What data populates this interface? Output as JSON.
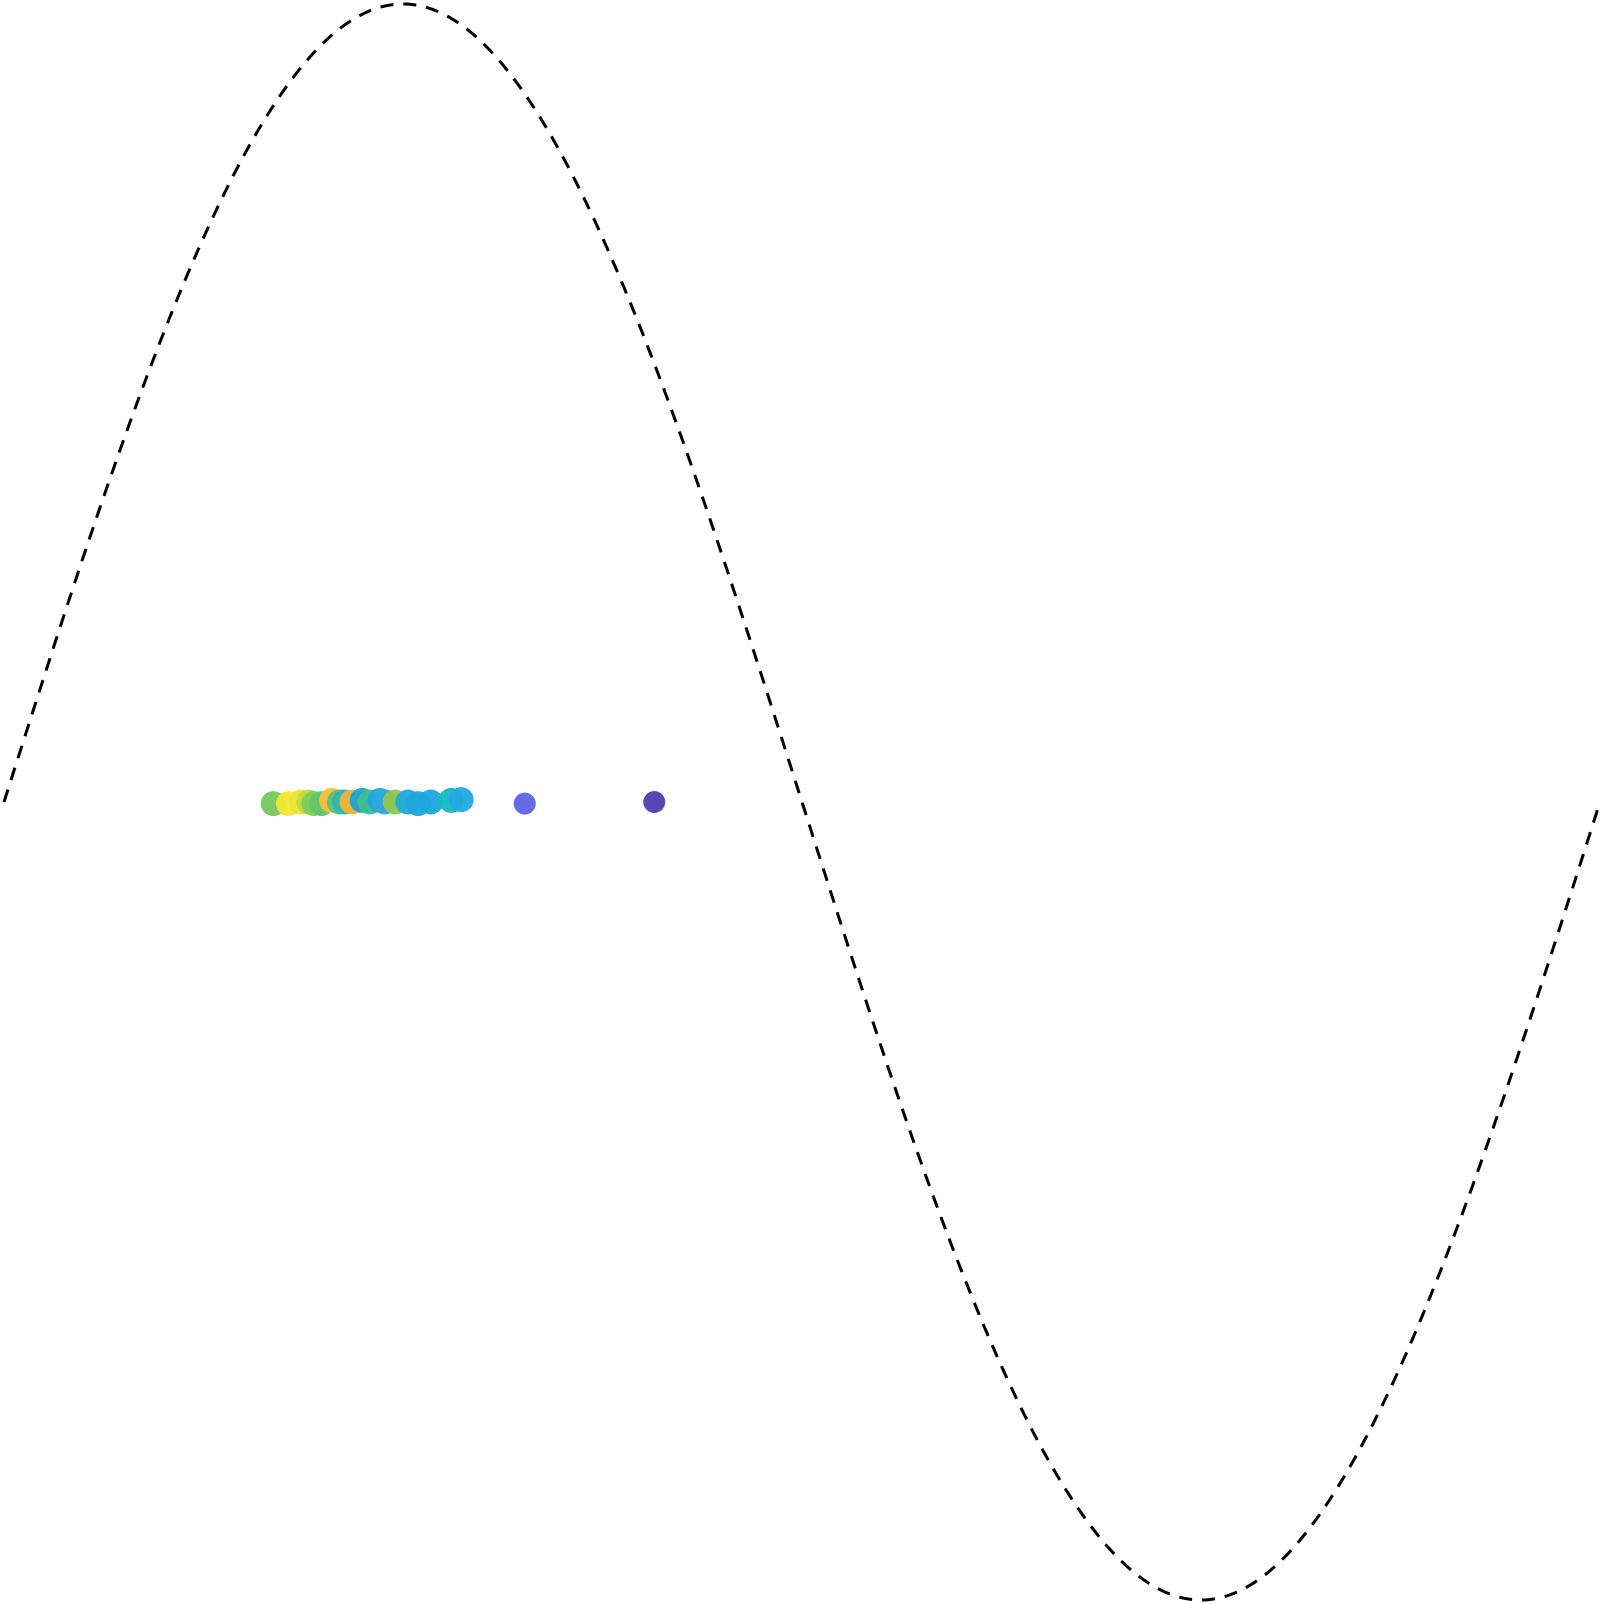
{
  "chart_data": {
    "type": "scatter",
    "title": "",
    "xlabel": "",
    "ylabel": "",
    "xlim": [
      0,
      6.2832
    ],
    "ylim": [
      -1.0,
      1.0
    ],
    "grid": false,
    "legend": "none",
    "axes_visible": false,
    "series": [
      {
        "kind": "line",
        "function": "sin(x)",
        "style": "dashed",
        "color": "#000000"
      },
      {
        "kind": "points",
        "points": [
          {
            "x": 1.06,
            "y": -0.002,
            "color": "#76c85c"
          },
          {
            "x": 1.12,
            "y": -0.002,
            "color": "#f2e830"
          },
          {
            "x": 1.17,
            "y": 0.0,
            "color": "#e9e636"
          },
          {
            "x": 1.2,
            "y": 0.0,
            "color": "#c3da3e"
          },
          {
            "x": 1.22,
            "y": -0.002,
            "color": "#7ccf5c"
          },
          {
            "x": 1.25,
            "y": -0.002,
            "color": "#62c46c"
          },
          {
            "x": 1.29,
            "y": 0.002,
            "color": "#fbbf3c"
          },
          {
            "x": 1.32,
            "y": 0.0,
            "color": "#57c27a"
          },
          {
            "x": 1.34,
            "y": 0.0,
            "color": "#2fb6b0"
          },
          {
            "x": 1.37,
            "y": 0.0,
            "color": "#f2b338"
          },
          {
            "x": 1.41,
            "y": 0.002,
            "color": "#1aa3d6"
          },
          {
            "x": 1.44,
            "y": 0.0,
            "color": "#3dbd8f"
          },
          {
            "x": 1.48,
            "y": 0.002,
            "color": "#23a5de"
          },
          {
            "x": 1.5,
            "y": 0.0,
            "color": "#2fa8df"
          },
          {
            "x": 1.54,
            "y": 0.0,
            "color": "#8dc84a"
          },
          {
            "x": 1.59,
            "y": 0.0,
            "color": "#22a9dc"
          },
          {
            "x": 1.63,
            "y": -0.002,
            "color": "#1fa6dd"
          },
          {
            "x": 1.68,
            "y": 0.0,
            "color": "#1aa7df"
          },
          {
            "x": 1.76,
            "y": 0.002,
            "color": "#13bcc0"
          },
          {
            "x": 1.8,
            "y": 0.003,
            "color": "#22a9e3"
          },
          {
            "x": 2.05,
            "y": -0.002,
            "color": "#5d62ea"
          },
          {
            "x": 2.56,
            "y": 0.0,
            "color": "#4d3fb2"
          }
        ]
      }
    ]
  }
}
